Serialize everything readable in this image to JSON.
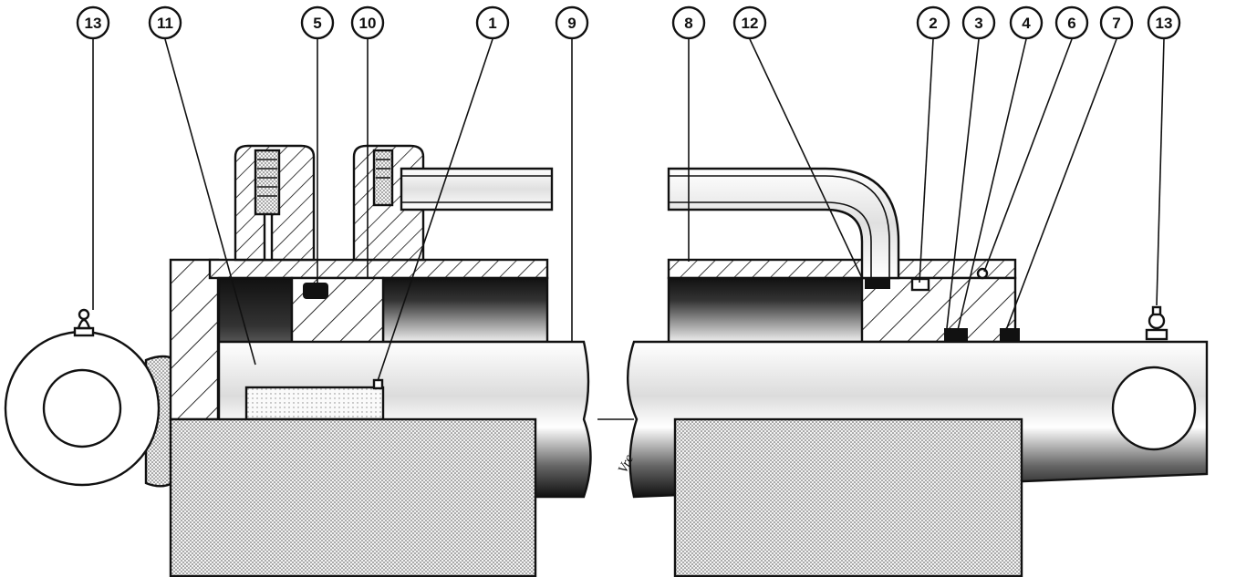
{
  "callouts": [
    {
      "id": "c13a",
      "label": "13"
    },
    {
      "id": "c11",
      "label": "11"
    },
    {
      "id": "c5",
      "label": "5"
    },
    {
      "id": "c10",
      "label": "10"
    },
    {
      "id": "c1",
      "label": "1"
    },
    {
      "id": "c9",
      "label": "9"
    },
    {
      "id": "c8",
      "label": "8"
    },
    {
      "id": "c12",
      "label": "12"
    },
    {
      "id": "c2",
      "label": "2"
    },
    {
      "id": "c3",
      "label": "3"
    },
    {
      "id": "c4",
      "label": "4"
    },
    {
      "id": "c6",
      "label": "6"
    },
    {
      "id": "c7",
      "label": "7"
    },
    {
      "id": "c13b",
      "label": "13"
    }
  ],
  "rod_marking": "Vrc"
}
